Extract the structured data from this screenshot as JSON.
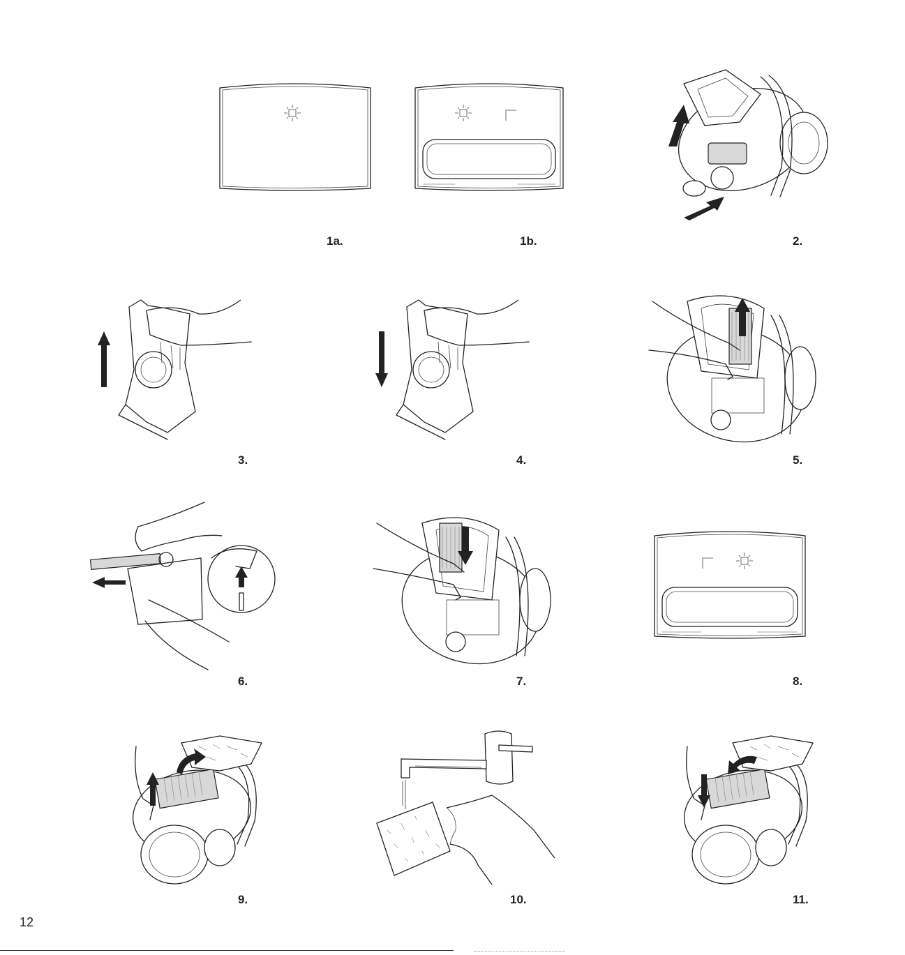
{
  "page": {
    "number": "12"
  },
  "figures": [
    {
      "id": "1a",
      "caption": "1a."
    },
    {
      "id": "1b",
      "caption": "1b."
    },
    {
      "id": "2",
      "caption": "2."
    },
    {
      "id": "3",
      "caption": "3."
    },
    {
      "id": "4",
      "caption": "4."
    },
    {
      "id": "5",
      "caption": "5."
    },
    {
      "id": "6",
      "caption": "6."
    },
    {
      "id": "7",
      "caption": "7."
    },
    {
      "id": "8",
      "caption": "8."
    },
    {
      "id": "9",
      "caption": "9."
    },
    {
      "id": "10",
      "caption": "10."
    },
    {
      "id": "11",
      "caption": "11."
    }
  ]
}
